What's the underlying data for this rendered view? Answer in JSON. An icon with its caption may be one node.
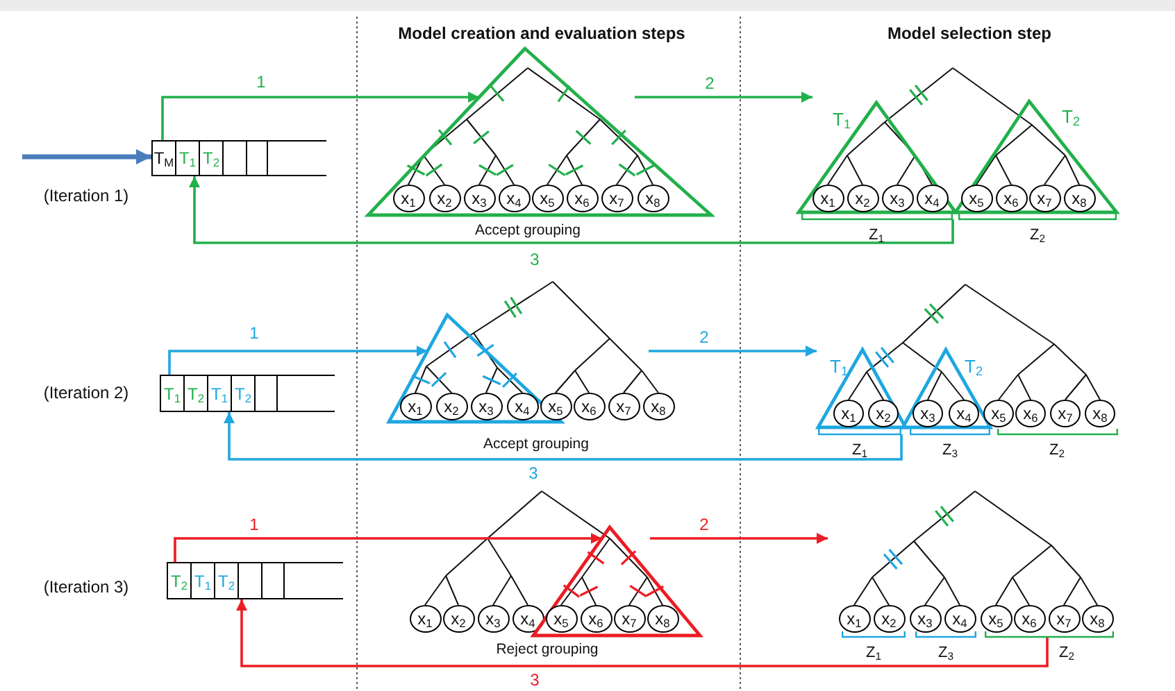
{
  "diagram": {
    "nodes": [
      {
        "text": [
          "T$_{M}$",
          "T$_{1}$",
          "T$_{2}$"
        ]
      },
      {
        "text": [],
        "shape": "triangle"
      },
      {
        "text": [
          "x$_{1}$"
        ],
        "in": 1
      },
      {
        "text": [
          "x$_{2}$"
        ],
        "in": 1
      },
      {
        "text": [
          "x$_{3}$"
        ],
        "in": 1
      },
      {
        "text": [
          "x$_{4}$"
        ],
        "in": 1
      },
      {
        "text": [
          "x$_{5}$"
        ],
        "in": 1
      },
      {
        "text": [
          "x$_{6}$"
        ],
        "in": 1
      },
      {
        "text": [
          "x$_{7}$"
        ],
        "in": 1
      },
      {
        "text": [
          "x$_{8}$"
        ],
        "in": 1
      },
      {
        "text": [
          "T$_{1}$"
        ]
      },
      {
        "text": [
          "x$_{1}$"
        ],
        "in": 10
      },
      {
        "text": [
          "x$_{2}$"
        ],
        "in": 10
      },
      {
        "text": [
          "x$_{3}$"
        ],
        "in": 10
      },
      {
        "text": [
          "x$_{4}$"
        ],
        "in": 10
      },
      {
        "text": [
          "T$_{2}$"
        ]
      },
      {
        "text": [
          "x$_{5}$"
        ],
        "in": 15
      },
      {
        "text": [
          "x$_{6}$"
        ],
        "in": 15
      },
      {
        "text": [
          "x$_{7}$"
        ],
        "in": 15
      },
      {
        "text": [
          "x$_{8}$"
        ],
        "in": 15
      },
      {
        "text": [
          "T$_{1}$",
          "T$_{2}$",
          "T$_{1}$",
          "T$_{2}$"
        ]
      },
      {
        "text": [],
        "shape": "triangle"
      },
      {
        "text": [
          "x$_{1}$"
        ],
        "in": 21
      },
      {
        "text": [
          "x$_{2}$"
        ],
        "in": 21
      },
      {
        "text": [
          "x$_{3}$"
        ],
        "in": 21
      },
      {
        "text": [
          "x$_{4}$"
        ],
        "in": 21
      },
      {
        "text": [
          "x$_{5}$"
        ]
      },
      {
        "text": [
          "x$_{6}$"
        ]
      },
      {
        "text": [
          "x$_{7}$"
        ]
      },
      {
        "text": [
          "x$_{8}$"
        ]
      },
      {
        "text": [
          "T$_{1}$"
        ]
      },
      {
        "text": [
          "x$_{1}$"
        ],
        "in": 30
      },
      {
        "text": [
          "x$_{2}$"
        ],
        "in": 30
      },
      {
        "text": [
          "T$_{2}$"
        ]
      },
      {
        "text": [
          "x$_{3}$"
        ],
        "in": 33
      },
      {
        "text": [
          "x$_{4}$"
        ],
        "in": 33
      },
      {
        "text": [
          "x$_{5}$"
        ]
      },
      {
        "text": [
          "x$_{6}$"
        ]
      },
      {
        "text": [
          "x$_{7}$"
        ]
      },
      {
        "text": [
          "x$_{8}$"
        ]
      },
      {
        "text": [
          "T$_{2}$",
          "T$_{1}$",
          "T$_{2}$"
        ]
      },
      {
        "text": [
          "x$_{1}$"
        ]
      },
      {
        "text": [
          "x$_{2}$"
        ]
      },
      {
        "text": [
          "x$_{3}$"
        ]
      },
      {
        "text": [
          "x$_{4}$"
        ]
      },
      {
        "text": [],
        "shape": "triangle"
      },
      {
        "text": [
          "x$_{5}$"
        ],
        "in": 45
      },
      {
        "text": [
          "x$_{6}$"
        ],
        "in": 45
      },
      {
        "text": [
          "x$_{7}$"
        ],
        "in": 45
      },
      {
        "text": [
          "x$_{8}$"
        ],
        "in": 45
      },
      {
        "text": [
          "x$_{1}$"
        ]
      },
      {
        "text": [
          "x$_{2}$"
        ]
      },
      {
        "text": [
          "x$_{3}$"
        ]
      },
      {
        "text": [
          "x$_{4}$"
        ]
      },
      {
        "text": [
          "x$_{5}$"
        ]
      },
      {
        "text": [
          "x$_{6}$"
        ]
      },
      {
        "text": [
          "x$_{7}$"
        ]
      },
      {
        "text": [
          "x$_{8}$"
        ]
      },
      {
        "text": [],
        "shape": "bracket",
        "beside": [
          "Z$_{1}$"
        ]
      },
      {
        "text": [],
        "shape": "bracket",
        "beside": [
          "Z$_{2}$"
        ]
      },
      {
        "text": [],
        "shape": "bracket",
        "beside": [
          "Z$_{1}$"
        ]
      },
      {
        "text": [],
        "shape": "bracket",
        "beside": [
          "Z$_{3}$"
        ]
      },
      {
        "text": [],
        "shape": "bracket",
        "beside": [
          "Z$_{2}$"
        ]
      },
      {
        "text": [],
        "shape": "bracket",
        "beside": [
          "Z$_{1}$"
        ]
      },
      {
        "text": [],
        "shape": "bracket",
        "beside": [
          "Z$_{3}$"
        ]
      },
      {
        "text": [],
        "shape": "bracket",
        "beside": [
          "Z$_{2}$"
        ]
      }
    ],
    "edges": [
      {
        "from": null,
        "to": 0,
        "arrow": "to",
        "style": "thick",
        "color": "#4a7ebb"
      },
      {
        "from": 0,
        "to": 1,
        "arrow": "to",
        "label": "1",
        "color": "#22b04b"
      },
      {
        "from": 58,
        "to": 0,
        "arrow": "to",
        "label": "3",
        "color": "#22b04b"
      },
      {
        "from": 20,
        "to": 21,
        "arrow": "to",
        "label": "1",
        "color": "#1ea7e1"
      },
      {
        "from": 60,
        "to": 20,
        "arrow": "to",
        "label": "3",
        "color": "#1ea7e1"
      },
      {
        "from": 40,
        "to": 45,
        "arrow": "to",
        "label": "1",
        "color": "#ec1c24"
      },
      {
        "from": 65,
        "to": 40,
        "arrow": "to",
        "label": "3",
        "color": "#ec1c24"
      }
    ],
    "labels": [
      "Model creation and evaluation steps",
      "Model selection step",
      "(Iteration 1)",
      "2",
      "Accept grouping",
      "(Iteration 2)",
      "2",
      "Accept grouping",
      "(Iteration 3)",
      "2",
      "Reject grouping"
    ]
  }
}
